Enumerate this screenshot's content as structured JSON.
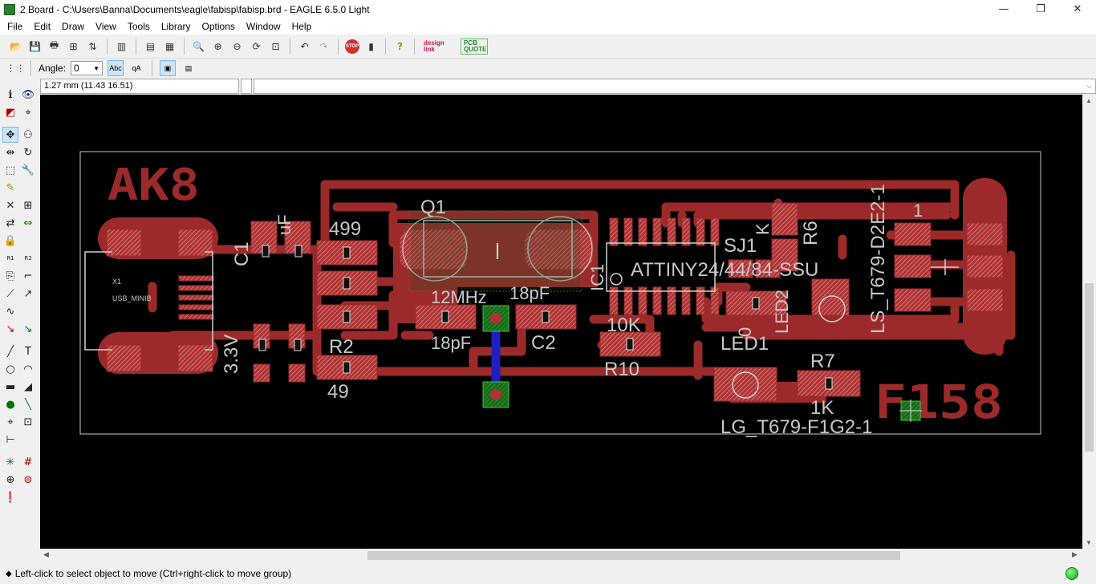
{
  "window": {
    "title": "2 Board - C:\\Users\\Banna\\Documents\\eagle\\fabisp\\fabisp.brd - EAGLE 6.5.0 Light",
    "controls": {
      "minimize": "—",
      "maximize": "❐",
      "close": "✕"
    }
  },
  "menu": [
    "File",
    "Edit",
    "Draw",
    "View",
    "Tools",
    "Library",
    "Options",
    "Window",
    "Help"
  ],
  "toolbar": {
    "stop_label": "STOP",
    "designlink_label": "design link",
    "pcbquote_label": "PCB QUOTE"
  },
  "parambar": {
    "angle_label": "Angle:",
    "angle_value": "0"
  },
  "coords": {
    "readout": "1.27 mm (11.43 16.51)",
    "command_value": ""
  },
  "board": {
    "silk_texts": {
      "ak8": "AK8",
      "fi58": "F158",
      "q1": "Q1",
      "c1": "C1",
      "uf": "uF",
      "r499": "499",
      "x1": "X1",
      "usb": "USB_MINIB",
      "v33": "3.3V",
      "r2": "R2",
      "r49": "49",
      "mhz": "12MHz",
      "c18a": "18pF",
      "c18b": "18pF",
      "c2": "C2",
      "attiny": "ATTINY24/44/84-SSU",
      "ic1": "IC1",
      "k10": "10K",
      "r10": "R10",
      "sj1": "SJ1",
      "led1": "LED1",
      "r7": "R7",
      "k1": "1K",
      "lgt": "LG_T679-F1G2-1",
      "lst": "LS_T679-D2E2-1",
      "r6": "R6",
      "one": "1",
      "zero": "0",
      "k": "K",
      "led2": "LED2"
    }
  },
  "status": {
    "message": "Left-click to select object to move (Ctrl+right-click to move group)"
  }
}
